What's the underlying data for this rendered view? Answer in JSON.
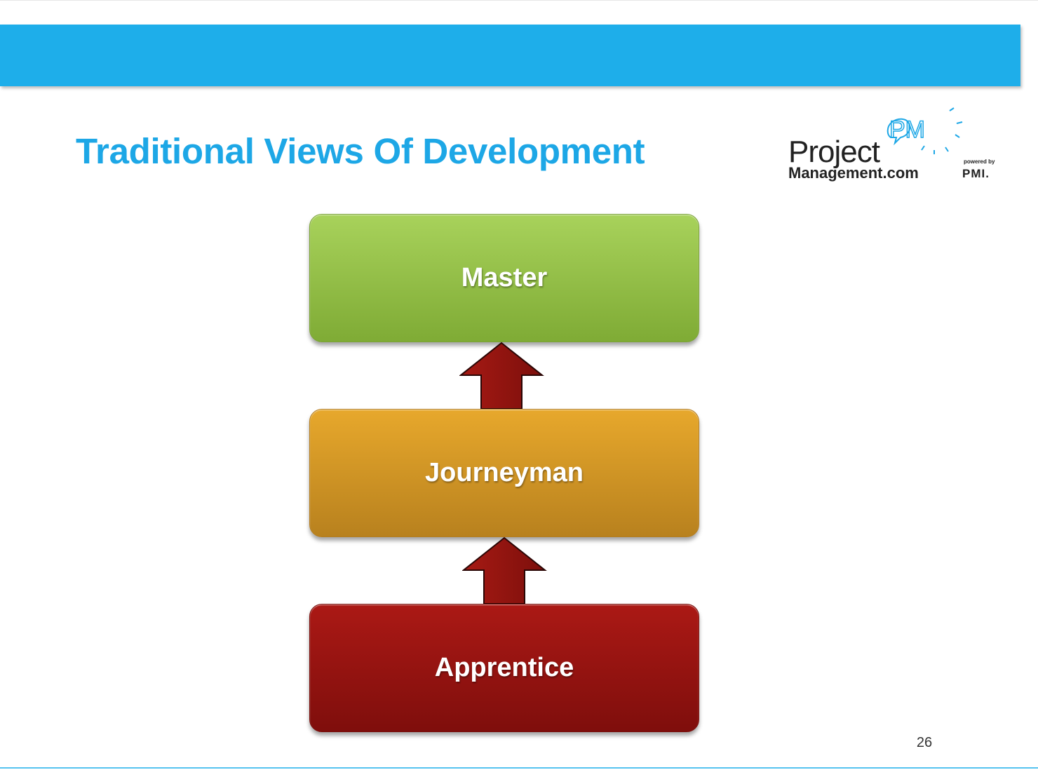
{
  "slide": {
    "title": "Traditional Views Of Development",
    "page_number": "26"
  },
  "logo": {
    "word_project": "Project",
    "word_pm": "PM",
    "word_management": "Management.com",
    "powered_by": "powered by",
    "pmi": "PMI."
  },
  "diagram": {
    "stages": [
      {
        "label": "Master",
        "color": "#8fbf43"
      },
      {
        "label": "Journeyman",
        "color": "#d69525"
      },
      {
        "label": "Apprentice",
        "color": "#961411"
      }
    ],
    "arrow_color": "#8b1410",
    "header_color": "#1eaeea"
  }
}
